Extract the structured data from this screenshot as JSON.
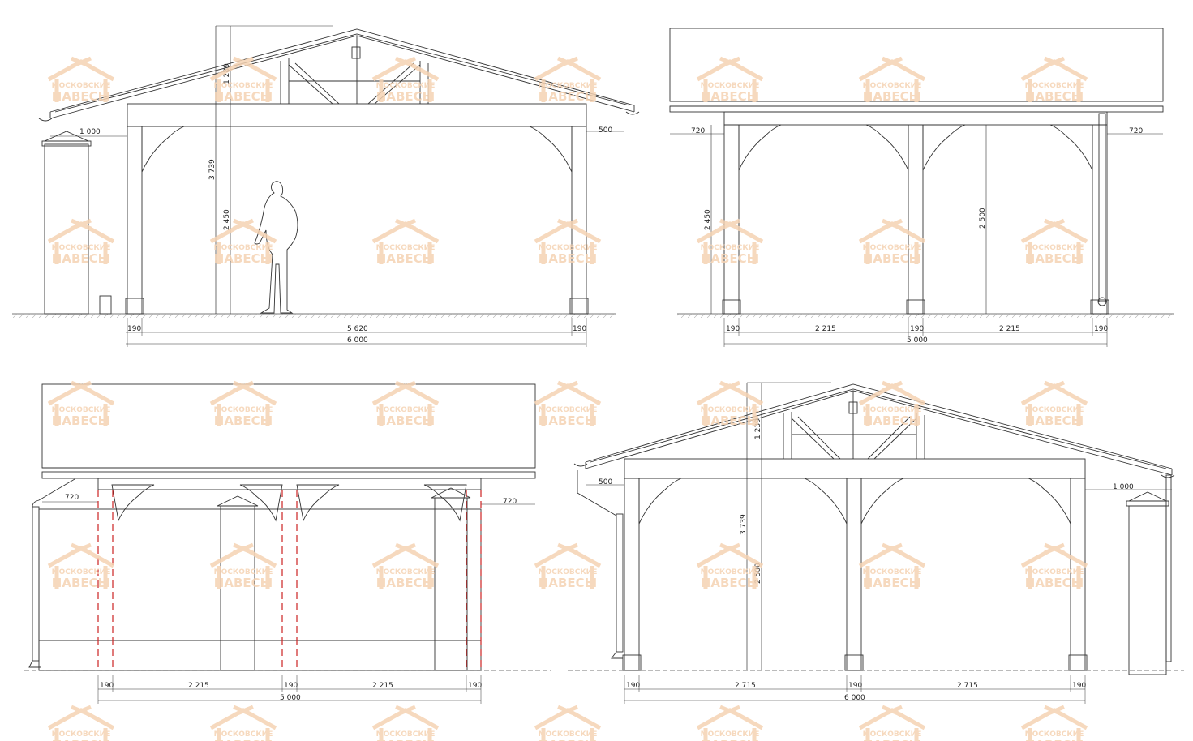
{
  "watermark": {
    "line1": "МОСКОВСКИЕ",
    "line2": "НАВЕСЫ",
    "color": "#f5d3b3"
  },
  "colors": {
    "line": "#333333",
    "hidden_post": "#cc2222",
    "ground_hatch": "#999999"
  },
  "views": {
    "front": {
      "dims": {
        "overhang_left": "1 000",
        "overhang_right": "500",
        "total_height": "3 739",
        "ridge_height": "1 289",
        "clear_height": "2 450",
        "post_left": "190",
        "post_right": "190",
        "span": "5 620",
        "overall": "6 000"
      }
    },
    "side_right": {
      "dims": {
        "overhang_left": "720",
        "overhang_right": "720",
        "clear_height": "2 450",
        "eave_height": "2 500",
        "post_1": "190",
        "bay_1": "2 215",
        "post_2": "190",
        "bay_2": "2 215",
        "post_3": "190",
        "overall": "5 000"
      }
    },
    "side_left": {
      "dims": {
        "overhang_left": "720",
        "overhang_right": "720",
        "post_1": "190",
        "bay_1": "2 215",
        "post_2": "190",
        "bay_2": "2 215",
        "post_3": "190",
        "overall": "5 000"
      }
    },
    "rear": {
      "dims": {
        "overhang_left": "500",
        "overhang_right": "1 000",
        "ridge_height": "1 239",
        "total_height": "3 739",
        "clear_height": "2 500",
        "post_1": "190",
        "bay_1": "2 715",
        "post_2": "190",
        "bay_2": "2 715",
        "post_3": "190",
        "overall": "6 000"
      }
    }
  }
}
